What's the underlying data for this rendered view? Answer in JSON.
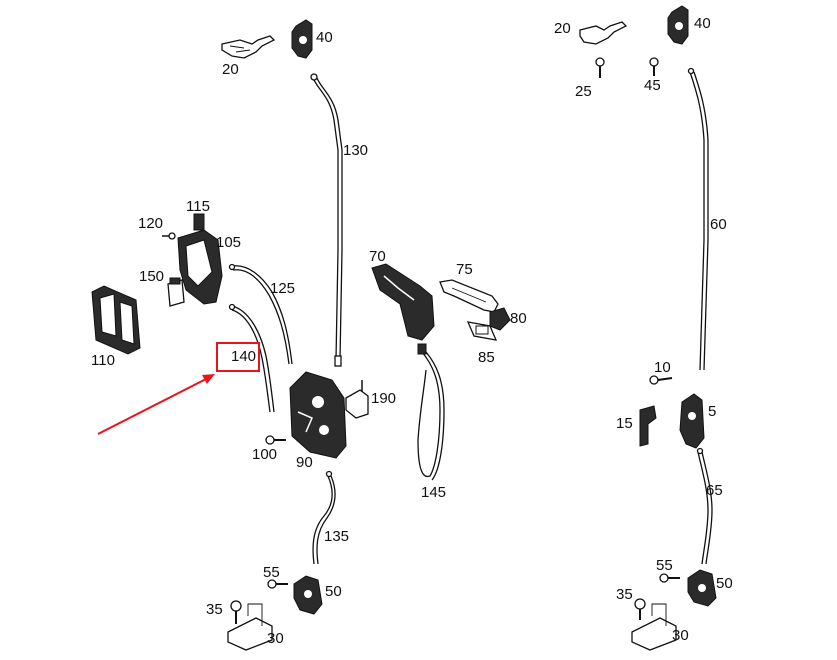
{
  "diagram": {
    "labels": {
      "p20_left": "20",
      "p40_left": "40",
      "p130": "130",
      "p115": "115",
      "p120": "120",
      "p105": "105",
      "p150": "150",
      "p125": "125",
      "p110": "110",
      "p140": "140",
      "p70": "70",
      "p75": "75",
      "p80": "80",
      "p85": "85",
      "p190": "190",
      "p100": "100",
      "p90": "90",
      "p145": "145",
      "p135": "135",
      "p55_left": "55",
      "p50_left": "50",
      "p35_left": "35",
      "p30_left": "30",
      "p20_right": "20",
      "p40_right": "40",
      "p25": "25",
      "p45": "45",
      "p60": "60",
      "p10": "10",
      "p15": "15",
      "p5": "5",
      "p65": "65",
      "p55_right": "55",
      "p50_right": "50",
      "p35_right": "35",
      "p30_right": "30"
    },
    "highlight": {
      "label": "140",
      "color": "#e8141b"
    },
    "arrow_color": "#e8141b"
  }
}
